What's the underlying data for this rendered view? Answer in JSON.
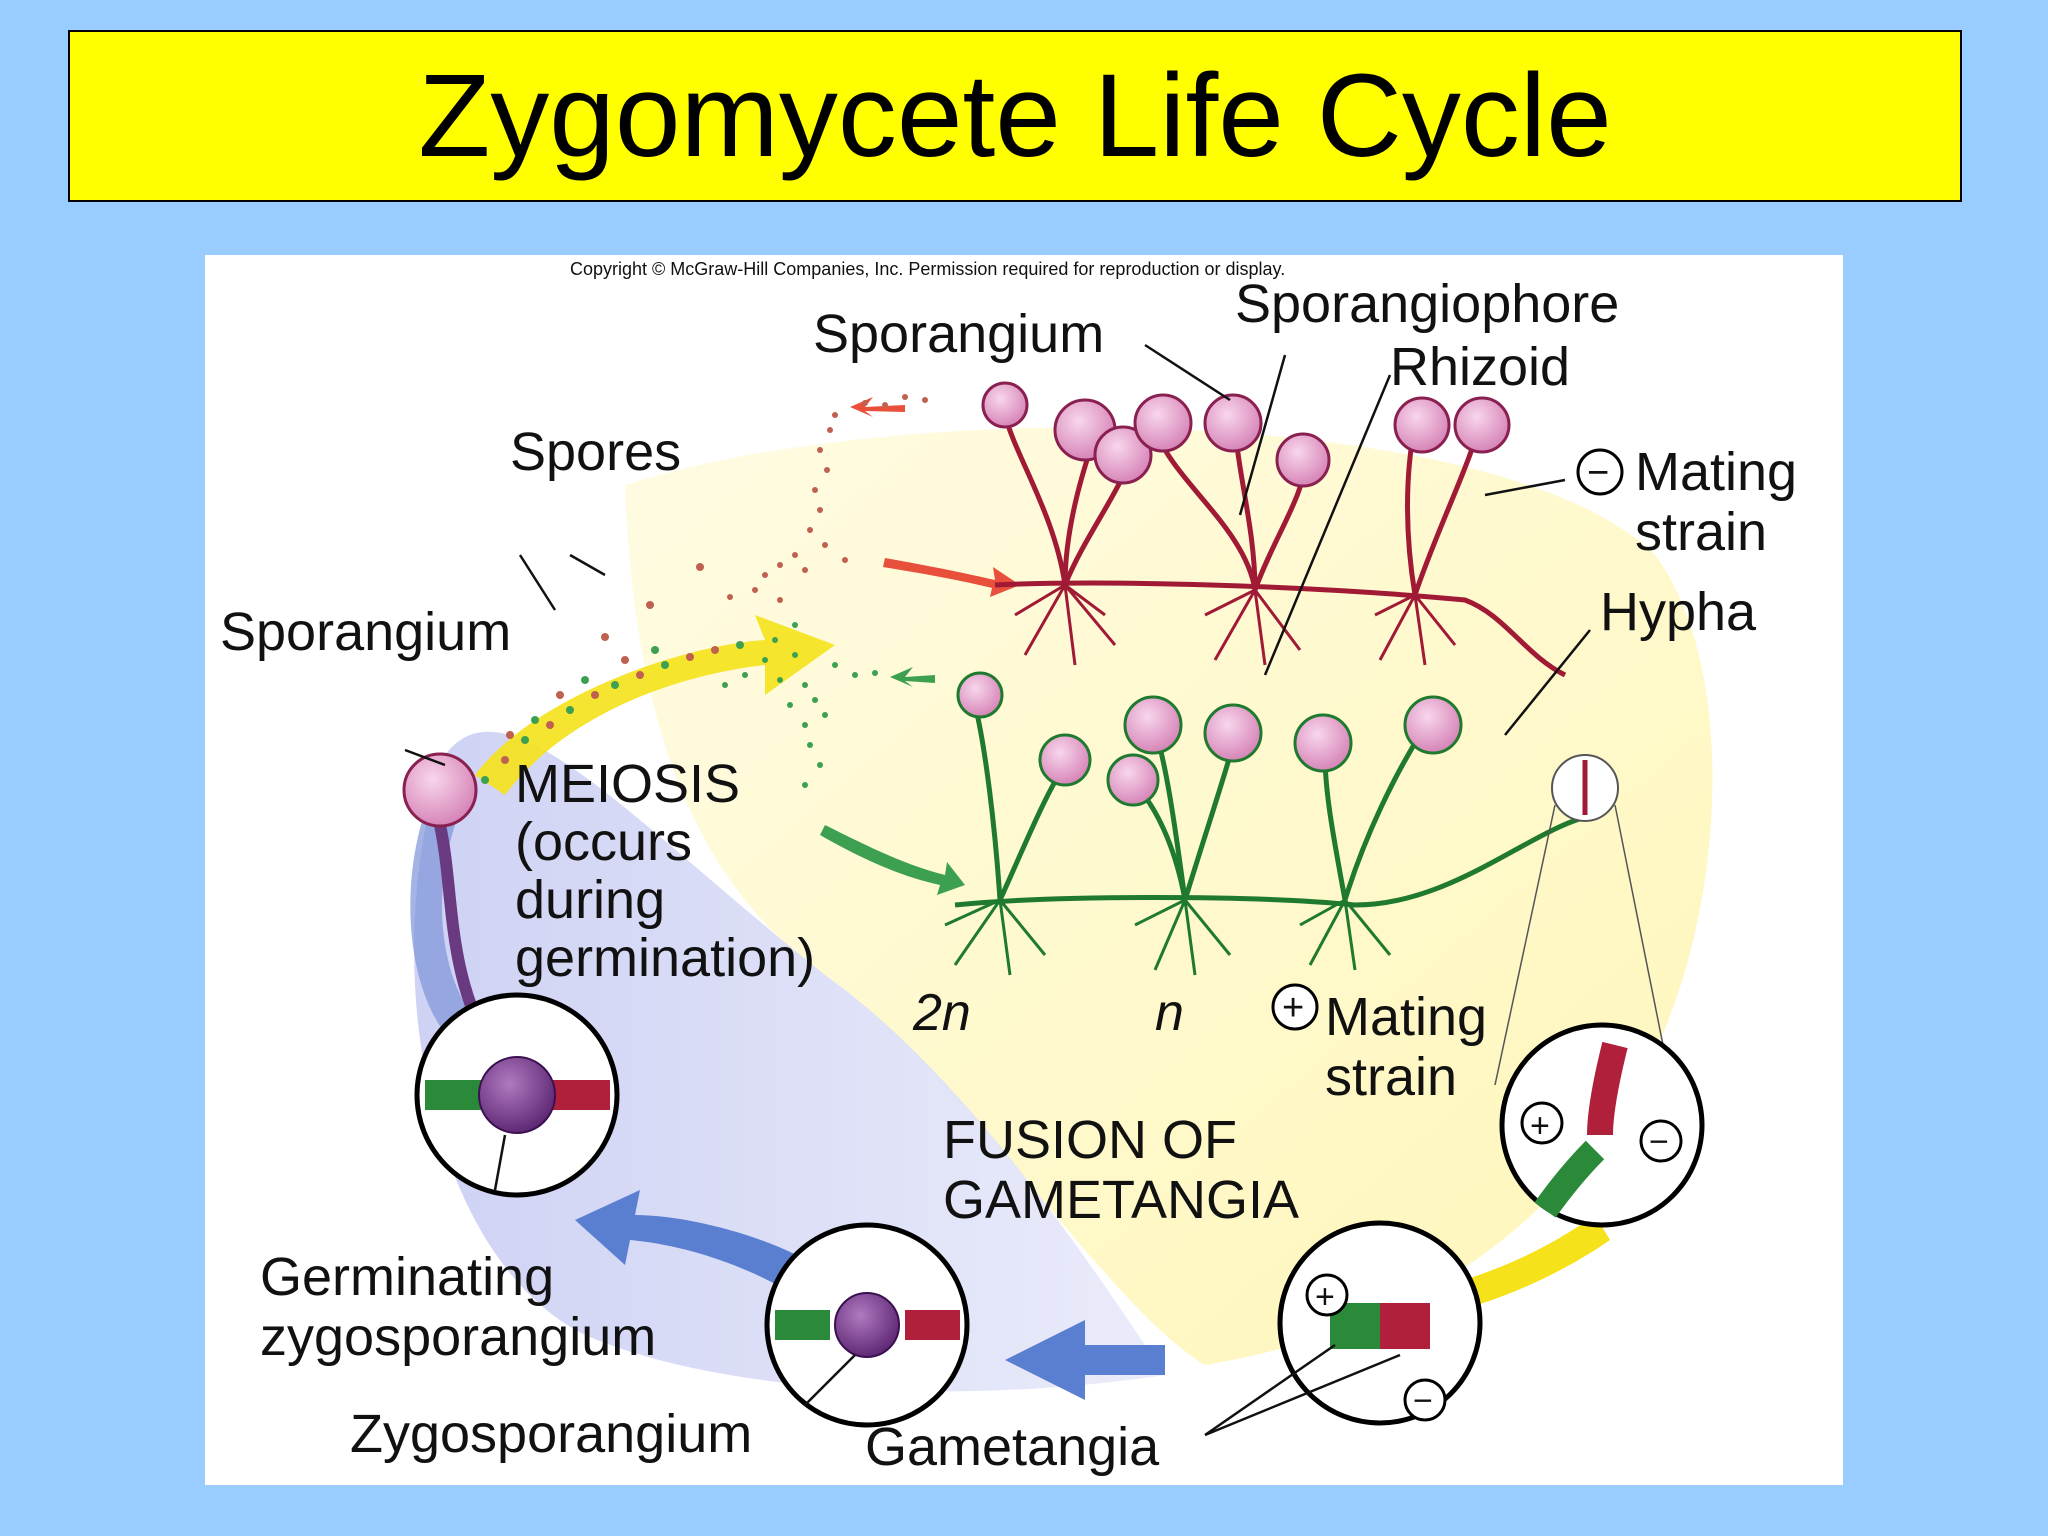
{
  "title": "Zygomycete Life Cycle",
  "copyright": "Copyright © McGraw-Hill Companies, Inc. Permission required for reproduction or display.",
  "labels": {
    "sporangium_top": "Sporangium",
    "sporangiophore": "Sporangiophore",
    "rhizoid": "Rhizoid",
    "spores": "Spores",
    "sporangium_left": "Sporangium",
    "minus_sign": "−",
    "minus_mating_line1": "Mating",
    "minus_mating_line2": "strain",
    "hypha": "Hypha",
    "meiosis_line1": "MEIOSIS",
    "meiosis_line2": "(occurs",
    "meiosis_line3": "during",
    "meiosis_line4": "germination)",
    "ploidy_2n": "2n",
    "ploidy_n": "n",
    "plus_sign": "+",
    "plus_mating_line1": "Mating",
    "plus_mating_line2": "strain",
    "fusion_line1": "FUSION OF",
    "fusion_line2": "GAMETANGIA",
    "germinating_line1": "Germinating",
    "germinating_line2": "zygosporangium",
    "zygosporangium": "Zygosporangium",
    "gametangia": "Gametangia"
  },
  "colors": {
    "background": "#99ccff",
    "title_fill": "#ffff00",
    "minus_strain": "#b0203a",
    "plus_strain": "#2a8a3a",
    "sporangium": "#e3a0cc",
    "zygote": "#7a3a8a",
    "arrow_yellow": "#f5e21a",
    "arrow_blue": "#5a7fd0"
  }
}
